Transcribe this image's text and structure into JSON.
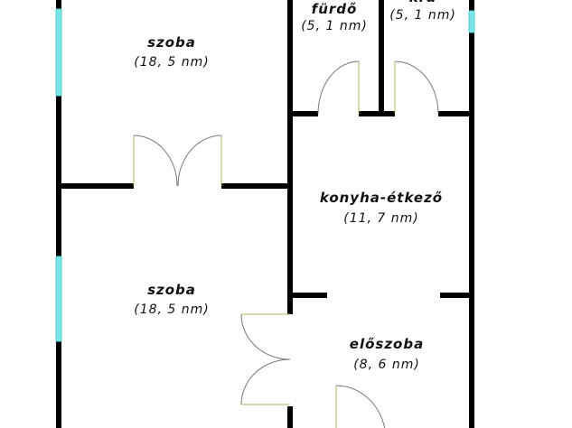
{
  "colors": {
    "wall": "#000000",
    "window": "#7fe3ea",
    "door_leaf": "#b8b060",
    "door_arc": "#777777"
  },
  "rooms": [
    {
      "name": "szoba",
      "area": "(18, 5 nm)"
    },
    {
      "name": "fürdő",
      "area": "(5, 1 nm)"
    },
    {
      "name": "kra",
      "area": "(5, 1 nm)"
    },
    {
      "name": "konyha-étkező",
      "area": "(11, 7 nm)"
    },
    {
      "name": "szoba",
      "area": "(18, 5 nm)"
    },
    {
      "name": "előszoba",
      "area": "(8, 6 nm)"
    }
  ]
}
